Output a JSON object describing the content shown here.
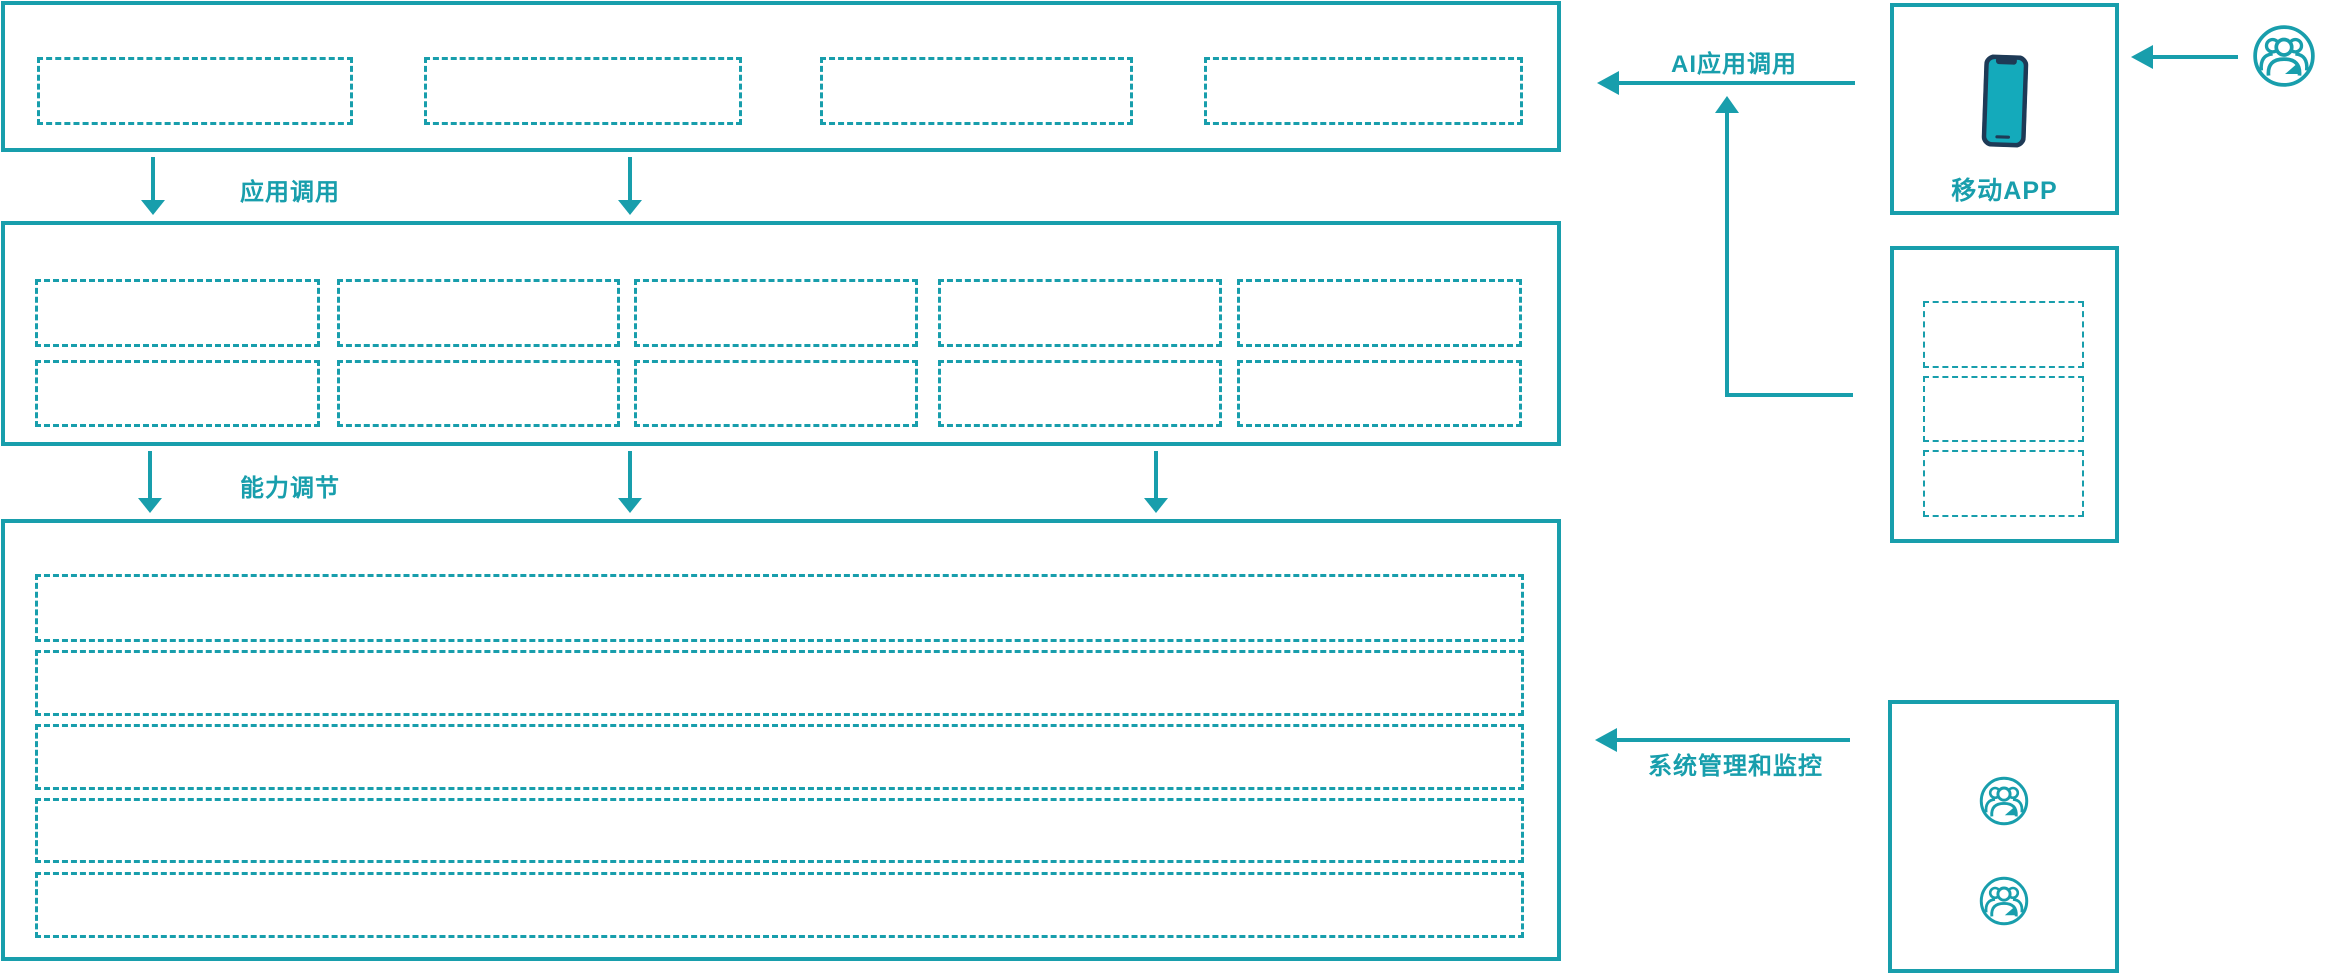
{
  "colors": {
    "teal": "#189EAC",
    "navy": "#1E3A56"
  },
  "diagram": {
    "arrow_labels": {
      "app_call": "应用调用",
      "capability_adjust": "能力调节",
      "ai_app_call": "AI应用调用",
      "system_management": "系统管理和监控"
    },
    "layers": {
      "top": {
        "placeholder_count": 4
      },
      "middle": {
        "placeholder_rows": 2,
        "placeholder_cols": 5
      },
      "bottom": {
        "placeholder_rows": 5
      }
    },
    "right_column": {
      "mobile_app": {
        "label": "移动APP",
        "icon": "smartphone-icon"
      },
      "modules_box": {
        "placeholder_count": 3
      },
      "admins_box": {
        "user_icon_count": 2,
        "icon": "user-group-icon"
      }
    },
    "actor": {
      "icon": "user-group-icon"
    }
  }
}
